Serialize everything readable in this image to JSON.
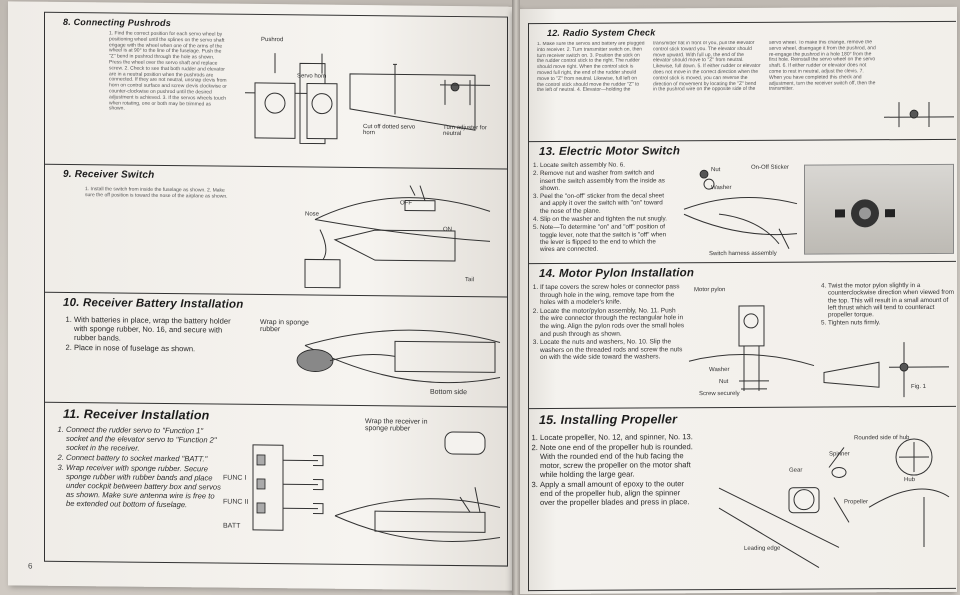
{
  "left_page": {
    "page_number": "6",
    "sections": {
      "pushrods": {
        "title": "8. Connecting Pushrods",
        "text": "1. Find the correct position for each servo wheel by positioning wheel until the splines on the servo shaft engage with the wheel when one of the arms of the wheel is at 90° to the line of the fuselage. Push the \"Z\" bend in pushrod through the hole as shown. Press the wheel over the servo shaft and replace screw. 2. Check to see that both rudder and elevator are in a neutral position when the pushrods are connected. If they are not neutral, unsnap clevis from horn on control surface and screw clevis clockwise or counter-clockwise on pushrod until the desired adjustment is achieved. 3. If the servos wheels touch when rotating, one or both may be trimmed as shown.",
        "labels": {
          "pushrod": "Pushrod",
          "servo_horn": "Servo horn",
          "cut_off": "Cut off dotted servo horn",
          "turn_adjuster": "Turn adjuster for neutral"
        }
      },
      "receiver_switch": {
        "title": "9. Receiver Switch",
        "text": "1. Install the switch from inside the fuselage as shown. 2. Make sure the off position is toward the nose of the airplane as shown.",
        "labels": {
          "off": "OFF",
          "on": "ON",
          "nose": "Nose",
          "tail": "Tail"
        }
      },
      "battery": {
        "title": "10. Receiver Battery Installation",
        "items": [
          "With batteries in place, wrap the battery holder with sponge rubber, No. 16, and secure with rubber bands.",
          "Place in nose of fuselage as shown."
        ],
        "labels": {
          "wrap": "Wrap in sponge rubber",
          "bottom_side": "Bottom side"
        }
      },
      "receiver": {
        "title": "11. Receiver Installation",
        "items": [
          "Connect the rudder servo to \"Function 1\" socket and the elevator servo to \"Function 2\" socket in the receiver.",
          "Connect battery to socket marked \"BATT.\"",
          "Wrap receiver with sponge rubber. Secure sponge rubber with rubber bands and place under cockpit between battery box and servos as shown. Make sure antenna wire is free to be extended out bottom of fuselage."
        ],
        "labels": {
          "func1": "FUNC I",
          "func2": "FUNC II",
          "batt": "BATT",
          "wrap_receiver": "Wrap the receiver in sponge rubber"
        }
      }
    }
  },
  "right_page": {
    "sections": {
      "radio_check": {
        "title": "12. Radio System Check",
        "text": "1. Make sure the servos and battery are plugged into receiver. 2. Turn transmitter switch on, then turn receiver switch on. 3. Position the stick on the rudder control stick to the right. The rudder should move right. When the control stick is moved full right, the end of the rudder should move to \"Z\" from neutral. Likewise, full left on the control stick should move the rudder \"Z\" to the left of neutral. 4. Elevator—holding the transmitter flat in front of you, pull the elevator control stick toward you. The elevator should move upward. With full up, the end of the elevator should move to \"Z\" from neutral. Likewise, full down. 5. If either rudder or elevator does not move in the correct direction when the control stick is moved, you can reverse the direction of movement by locating the \"Z\" bend in the pushrod wire on the opposite side of the servo wheel. To make this change, remove the servo wheel, disengage it from the pushrod, and re-engage the pushrod in a hole 180° from the first hole. Reinstall the servo wheel on the servo shaft. 6. If either rudder or elevator does not come to rest in neutral, adjust the clevis. 7. When you have completed this check and adjustment, turn the receiver switch off, then the transmitter."
      },
      "motor_switch": {
        "title": "13. Electric Motor Switch",
        "items": [
          "Locate switch assembly No. 6.",
          "Remove nut and washer from switch and insert the switch assembly from the inside as shown.",
          "Peel the \"on-off\" sticker from the decal sheet and apply it over the switch with \"on\" toward the nose of the plane.",
          "Slip on the washer and tighten the nut snugly.",
          "Note—To determine \"on\" and \"off\" position of toggle lever, note that the switch is \"off\" when the lever is flipped to the end to which the wires are connected."
        ],
        "labels": {
          "nut": "Nut",
          "washer": "Washer",
          "sticker": "On-Off Sticker",
          "assembly": "Switch harness assembly"
        }
      },
      "motor_pylon": {
        "title": "14. Motor Pylon Installation",
        "items": [
          "If tape covers the screw holes or connector pass through hole in the wing, remove tape from the holes with a modeler's knife.",
          "Locate the motor/pylon assembly, No. 11. Push the wire connector through the rectangular hole in the wing. Align the pylon rods over the small holes and push through as shown.",
          "Locate the nuts and washers, No. 10. Slip the washers on the threaded rods and screw the nuts on with the wide side toward the washers.",
          "Twist the motor pylon slightly in a counterclockwise direction when viewed from the top. This will result in a small amount of left thrust which will tend to counteract propeller torque.",
          "Tighten nuts firmly."
        ],
        "labels": {
          "motor_pylon": "Motor pylon",
          "washer": "Washer",
          "nut": "Nut",
          "screw": "Screw securely",
          "fig": "Fig. 1"
        }
      },
      "propeller": {
        "title": "15. Installing Propeller",
        "items": [
          "Locate propeller, No. 12, and spinner, No. 13.",
          "Note one end of the propeller hub is rounded. With the rounded end of the hub facing the motor, screw the propeller on the motor shaft while holding the large gear.",
          "Apply a small amount of epoxy to the outer end of the propeller hub, align the spinner over the propeller blades and press in place."
        ],
        "labels": {
          "rounded_hub": "Rounded side of hub",
          "spinner": "Spinner",
          "gear": "Gear",
          "hub": "Hub",
          "propeller": "Propeller",
          "leading_edge": "Leading edge"
        }
      }
    }
  }
}
